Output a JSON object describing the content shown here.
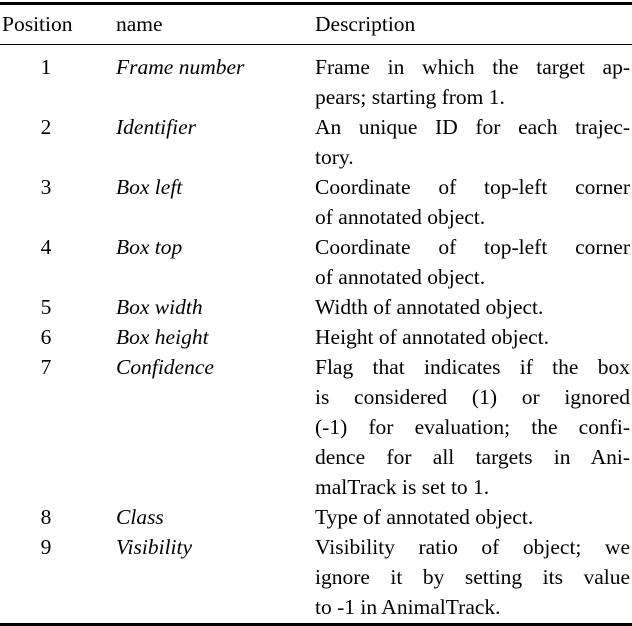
{
  "table": {
    "headers": {
      "position": "Position",
      "name": "name",
      "description": "Description"
    },
    "rows": [
      {
        "position": "1",
        "name": "Frame number",
        "description": "Frame in which the target appears; starting from 1.",
        "description_lines": [
          "Frame in which the target ap-",
          "pears; starting from 1."
        ]
      },
      {
        "position": "2",
        "name": "Identifier",
        "description": "An unique ID for each trajectory.",
        "description_lines": [
          "An unique ID for each trajec-",
          "tory."
        ]
      },
      {
        "position": "3",
        "name": "Box left",
        "description": "Coordinate of top-left corner of annotated object.",
        "description_lines": [
          "Coordinate of top-left corner",
          "of annotated object."
        ]
      },
      {
        "position": "4",
        "name": "Box top",
        "description": "Coordinate of top-left corner of annotated object.",
        "description_lines": [
          "Coordinate of top-left corner",
          "of annotated object."
        ]
      },
      {
        "position": "5",
        "name": "Box width",
        "description": "Width of annotated object.",
        "description_lines": [
          "Width of annotated object."
        ]
      },
      {
        "position": "6",
        "name": "Box height",
        "description": "Height of annotated object.",
        "description_lines": [
          "Height of annotated object."
        ]
      },
      {
        "position": "7",
        "name": "Confidence",
        "description": "Flag that indicates if the box is considered (1) or ignored (-1) for evaluation; the confidence for all targets in AnimalTrack is set to 1.",
        "description_lines": [
          "Flag that indicates if the box",
          "is considered (1) or ignored",
          "(-1) for evaluation; the confi-",
          "dence for all targets in Ani-",
          "malTrack is set to 1."
        ]
      },
      {
        "position": "8",
        "name": "Class",
        "description": "Type of annotated object.",
        "description_lines": [
          "Type of annotated object."
        ]
      },
      {
        "position": "9",
        "name": "Visibility",
        "description": "Visibility ratio of object; we ignore it by setting its value to -1 in AnimalTrack.",
        "description_lines": [
          "Visibility ratio of object; we",
          "ignore it by setting its value",
          "to -1 in AnimalTrack."
        ]
      }
    ]
  }
}
